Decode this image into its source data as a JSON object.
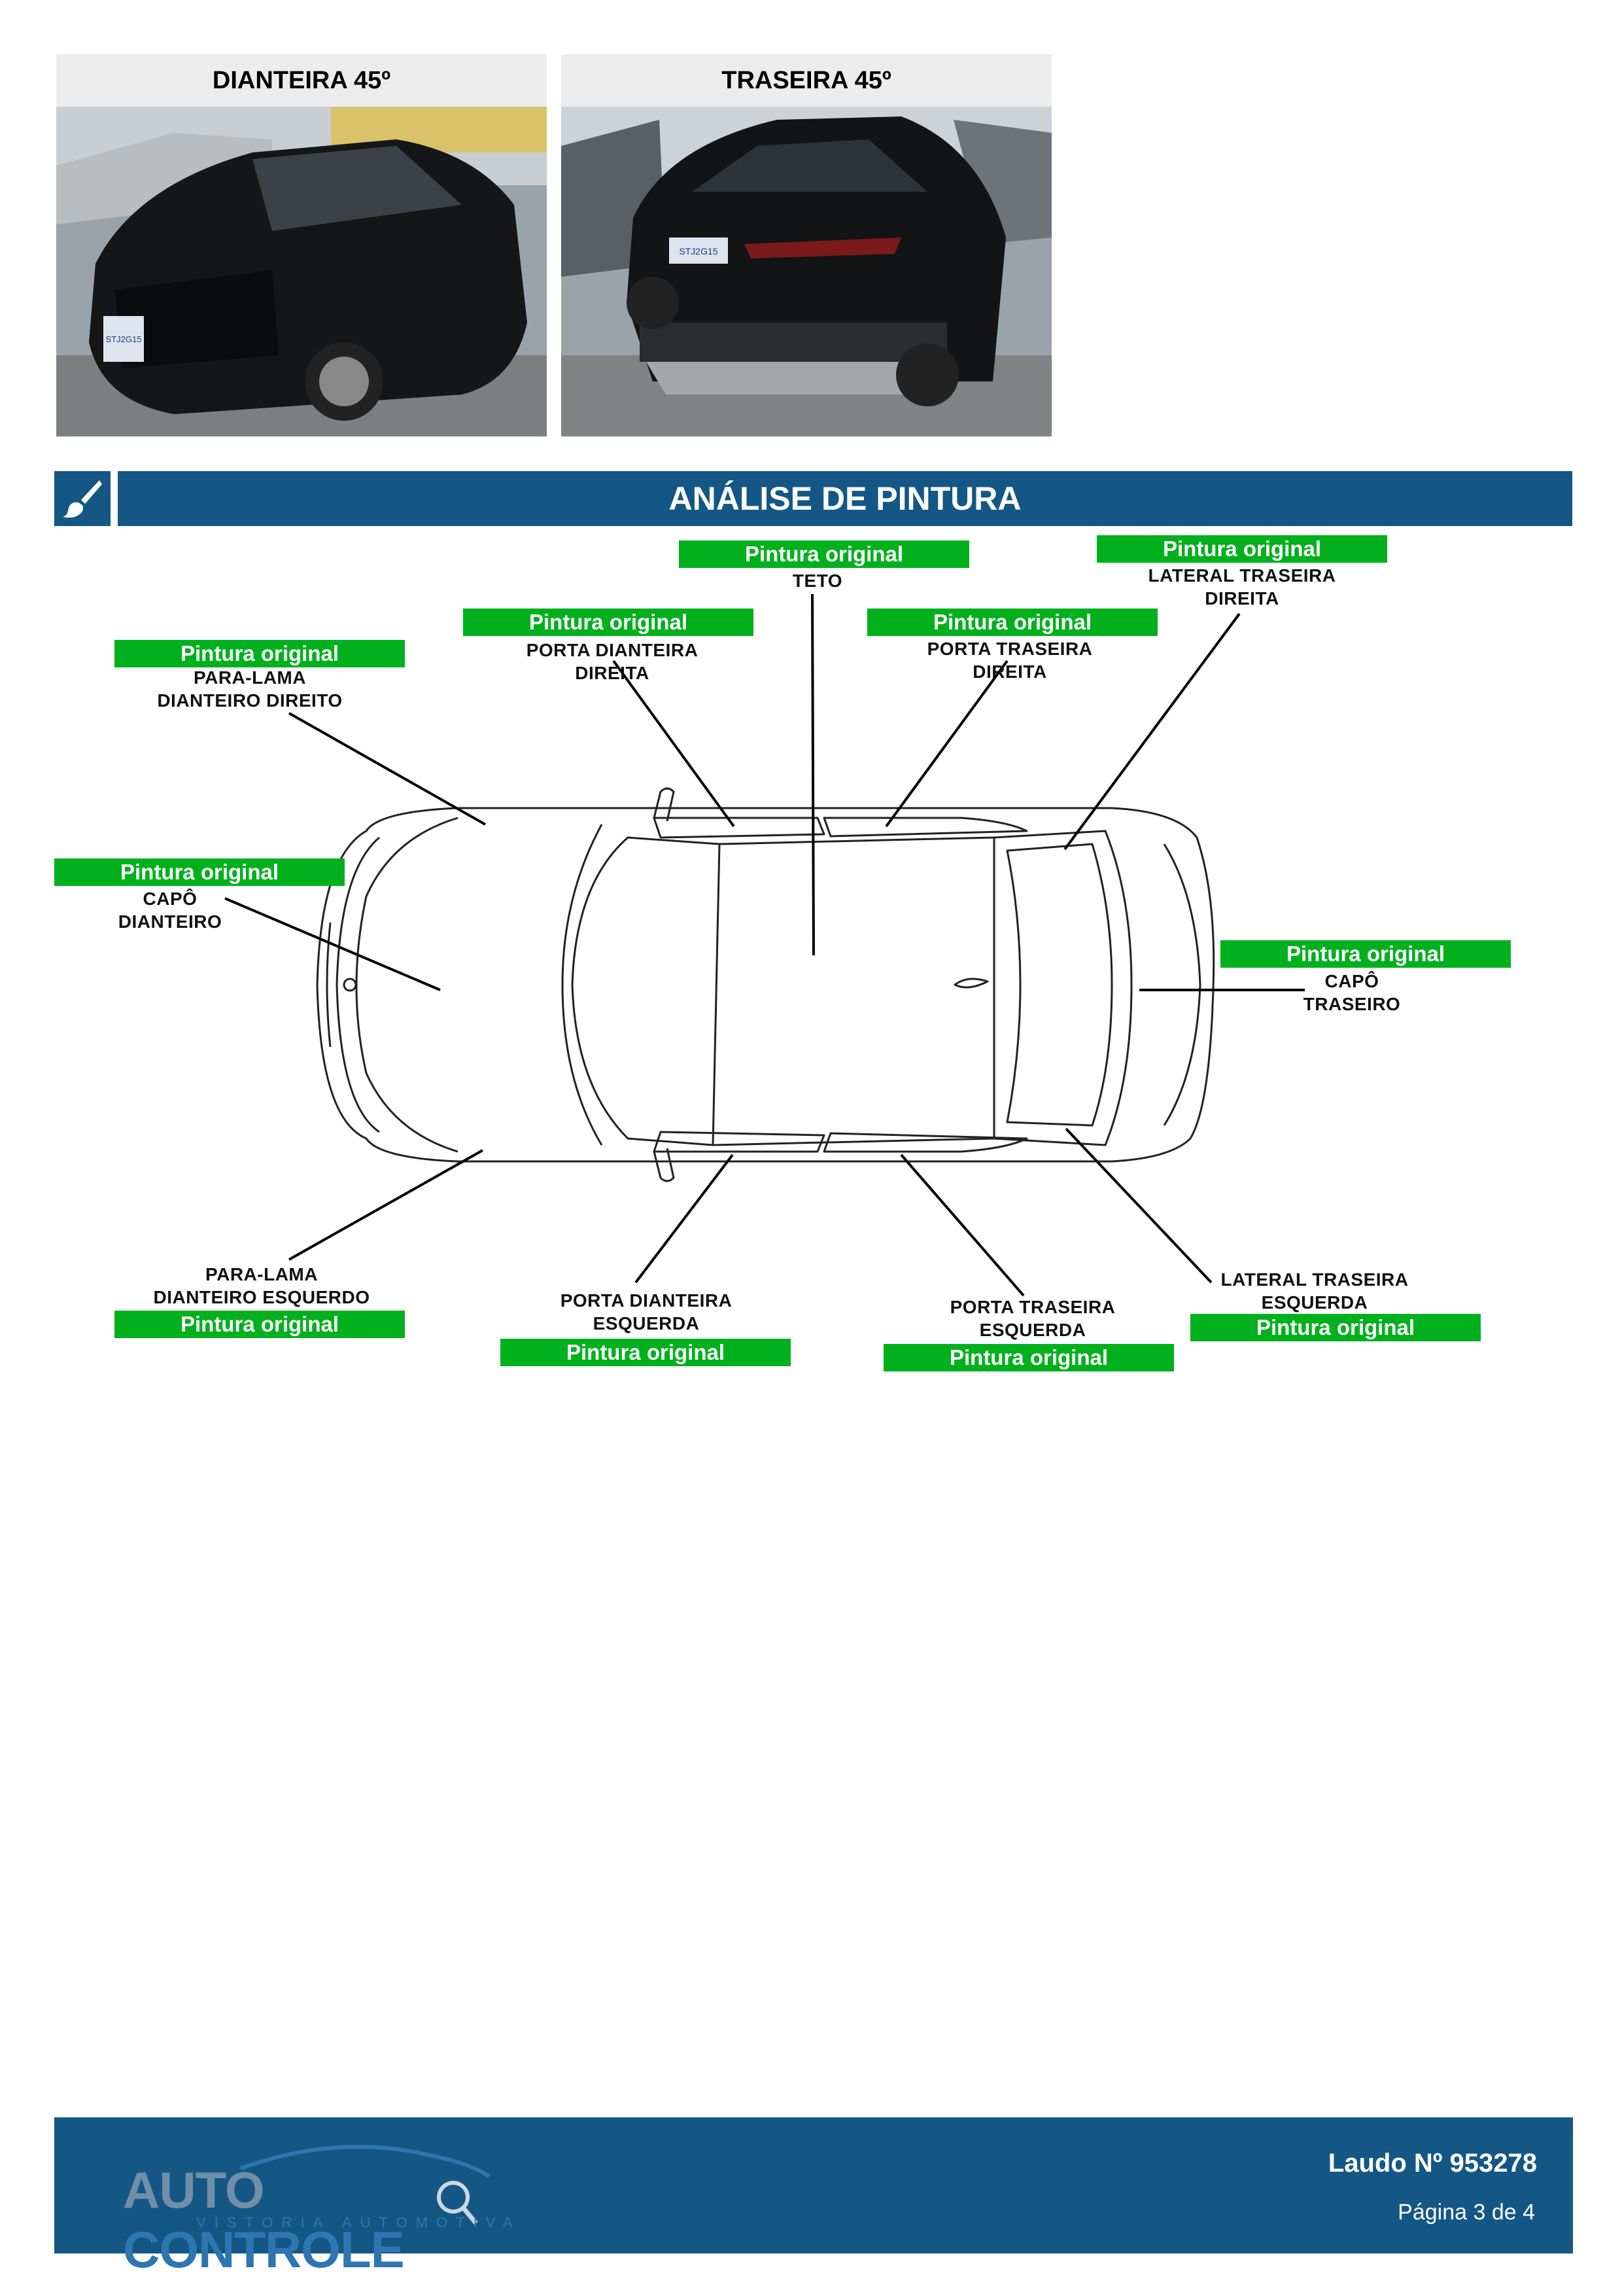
{
  "photos": {
    "front": {
      "caption": "DIANTEIRA 45º",
      "plate": "STJ2G15"
    },
    "rear": {
      "caption": "TRASEIRA 45º",
      "plate": "STJ2G15"
    }
  },
  "section": {
    "title": "ANÁLISE DE PINTURA",
    "icon": "paintbrush-icon"
  },
  "parts": {
    "teto": {
      "name": "TETO",
      "status": "Pintura original"
    },
    "lateral_traseira_direita": {
      "name": "LATERAL TRASEIRA\nDIREITA",
      "status": "Pintura original"
    },
    "porta_dianteira_direita": {
      "name": "PORTA DIANTEIRA\nDIREITA",
      "status": "Pintura original"
    },
    "porta_traseira_direita": {
      "name": "PORTA TRASEIRA\nDIREITA",
      "status": "Pintura original"
    },
    "para_lama_dianteiro_direito": {
      "name": "PARA-LAMA\nDIANTEIRO DIREITO",
      "status": "Pintura original"
    },
    "capo_dianteiro": {
      "name": "CAPÔ\nDIANTEIRO",
      "status": "Pintura original"
    },
    "capo_traseiro": {
      "name": "CAPÔ\nTRASEIRO",
      "status": "Pintura original"
    },
    "para_lama_dianteiro_esquerdo": {
      "name": "PARA-LAMA\nDIANTEIRO ESQUERDO",
      "status": "Pintura original"
    },
    "porta_dianteira_esquerda": {
      "name": "PORTA DIANTEIRA\nESQUERDA",
      "status": "Pintura original"
    },
    "porta_traseira_esquerda": {
      "name": "PORTA TRASEIRA\nESQUERDA",
      "status": "Pintura original"
    },
    "lateral_traseira_esquerda": {
      "name": "LATERAL TRASEIRA\nESQUERDA",
      "status": "Pintura original"
    }
  },
  "colors": {
    "brand": "#145785",
    "ok": "#00b01d"
  },
  "footer": {
    "logo_main": "AUTO",
    "logo_accent": "CONTROLE",
    "logo_sub": "VISTORIA AUTOMOTIVA",
    "laudo": "Laudo Nº 953278",
    "pagina": "Página 3 de 4"
  }
}
